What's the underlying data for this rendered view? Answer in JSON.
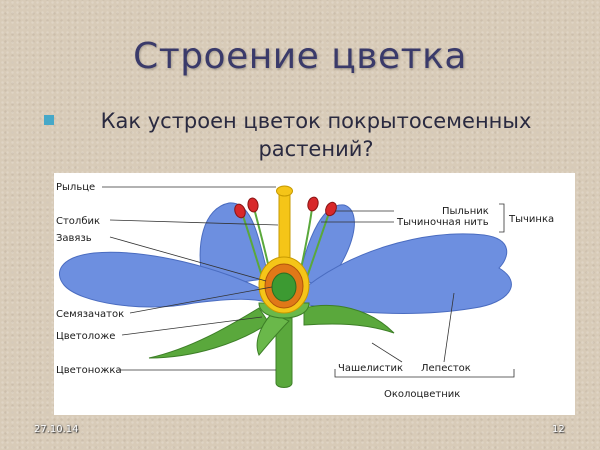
{
  "slide": {
    "title": "Строение цветка",
    "question_line1": "Как устроен цветок покрытосеменных",
    "question_line2": "растений?",
    "date": "27.10.14",
    "page_number": "12"
  },
  "labels": {
    "stigma": "Рыльце",
    "style": "Столбик",
    "ovary": "Завязь",
    "ovule": "Семязачаток",
    "receptacle": "Цветоложе",
    "pedicel": "Цветоножка",
    "anther": "Пыльник",
    "filament": "Тычиночная нить",
    "stamen": "Тычинка",
    "sepal": "Чашелистик",
    "petal": "Лепесток",
    "perianth": "Околоцветник"
  },
  "colors": {
    "petal": "#6d8fe0",
    "stem": "#5aa83c",
    "pistil": "#f5c518",
    "ovary_outer": "#e07818",
    "ovary_inner": "#3c9a32",
    "anther": "#d8282a"
  }
}
